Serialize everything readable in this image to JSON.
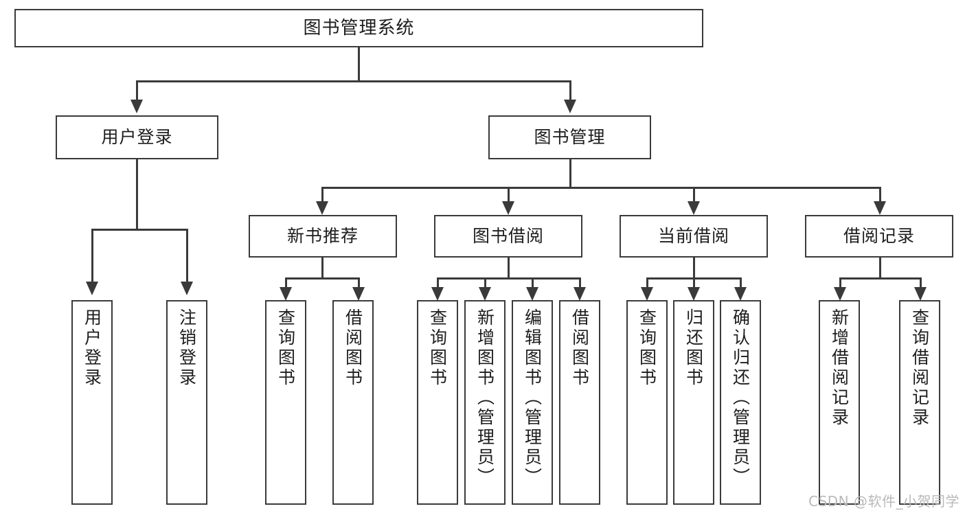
{
  "diagram": {
    "type": "tree-hierarchy-chart",
    "title": "图书管理系统",
    "root": {
      "label": "图书管理系统"
    },
    "level2": [
      {
        "label": "用户登录"
      },
      {
        "label": "图书管理"
      }
    ],
    "level3": [
      {
        "label": "新书推荐"
      },
      {
        "label": "图书借阅"
      },
      {
        "label": "当前借阅"
      },
      {
        "label": "借阅记录"
      }
    ],
    "leaves": {
      "user_login": [
        {
          "label": "用户登录"
        },
        {
          "label": "注销登录"
        }
      ],
      "new_book_recommend": [
        {
          "label": "查询图书"
        },
        {
          "label": "借阅图书"
        }
      ],
      "book_borrow": [
        {
          "label": "查询图书"
        },
        {
          "label": "新增图书（管理员）"
        },
        {
          "label": "编辑图书（管理员）"
        },
        {
          "label": "借阅图书"
        }
      ],
      "current_borrow": [
        {
          "label": "查询图书"
        },
        {
          "label": "归还图书"
        },
        {
          "label": "确认归还（管理员）"
        }
      ],
      "borrow_record": [
        {
          "label": "新增借阅记录"
        },
        {
          "label": "查询借阅记录"
        }
      ]
    }
  },
  "watermark": {
    "text": "CSDN @软件_小贺同学"
  },
  "colors": {
    "stroke": "#3a3a3a",
    "text": "#1d1d1d",
    "background": "#ffffff",
    "watermark": "#b9b9b9"
  }
}
